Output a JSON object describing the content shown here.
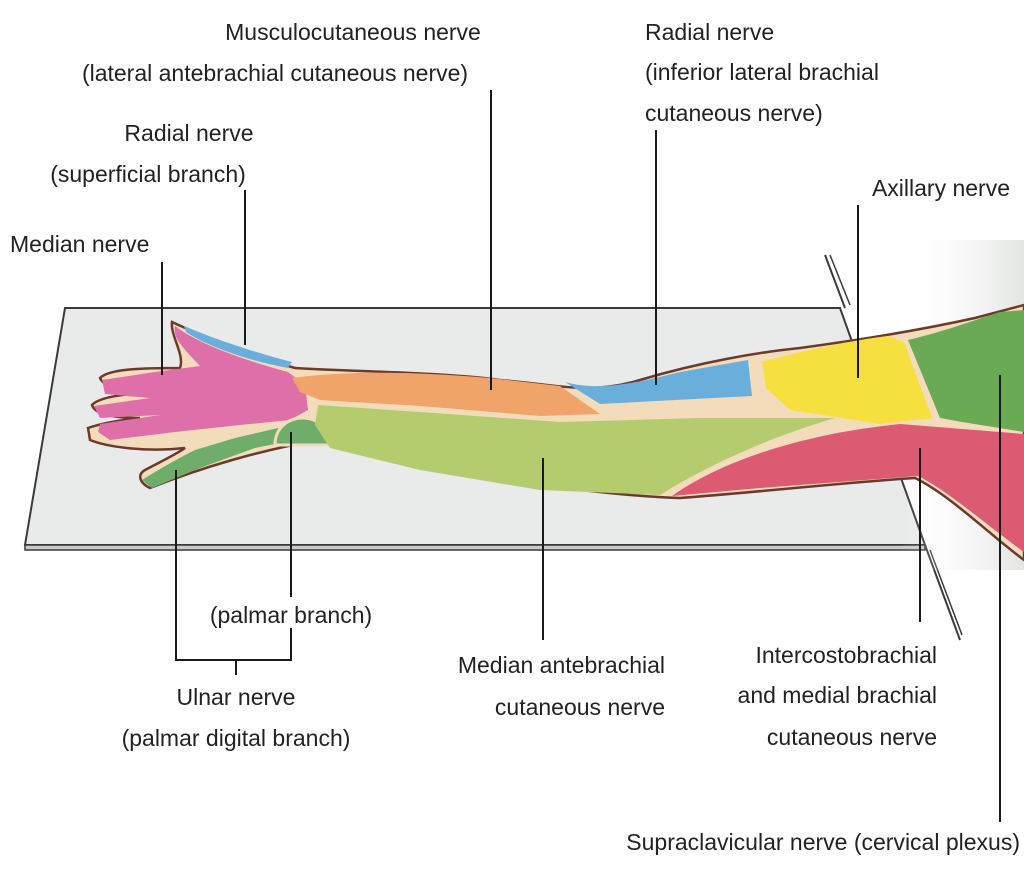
{
  "labels": {
    "musculocutaneous": {
      "line1": "Musculocutaneous nerve",
      "line2": "(lateral antebrachial cutaneous nerve)"
    },
    "radial_inferior_lateral": {
      "line1": "Radial nerve",
      "line2": "(inferior lateral brachial",
      "line3": "cutaneous nerve)"
    },
    "radial_superficial": {
      "line1": "Radial nerve",
      "line2": "(superficial branch)"
    },
    "median": {
      "line1": "Median nerve"
    },
    "axillary": {
      "line1": "Axillary nerve"
    },
    "palmar_branch": {
      "line1": "(palmar branch)"
    },
    "ulnar": {
      "line1": "Ulnar nerve",
      "line2": "(palmar digital branch)"
    },
    "median_antebrachial": {
      "line1": "Median antebrachial",
      "line2": "cutaneous nerve"
    },
    "intercostobrachial": {
      "line1": "Intercostobrachial",
      "line2": "and medial brachial",
      "line3": "cutaneous nerve"
    },
    "supraclavicular": {
      "line1": "Supraclavicular nerve (cervical plexus)"
    }
  },
  "colors": {
    "median": "#de6fa8",
    "radial": "#6aafdc",
    "musculocutaneous": "#f0a46a",
    "ulnar": "#6eae6a",
    "median_antebrachial": "#b5cc6e",
    "axillary": "#f6e040",
    "supraclavicular": "#6aaa55",
    "intercostobrachial": "#dc5a72",
    "skin": "#f3dcbc",
    "outline": "#6b3a2a",
    "table": "#e9eaea"
  }
}
